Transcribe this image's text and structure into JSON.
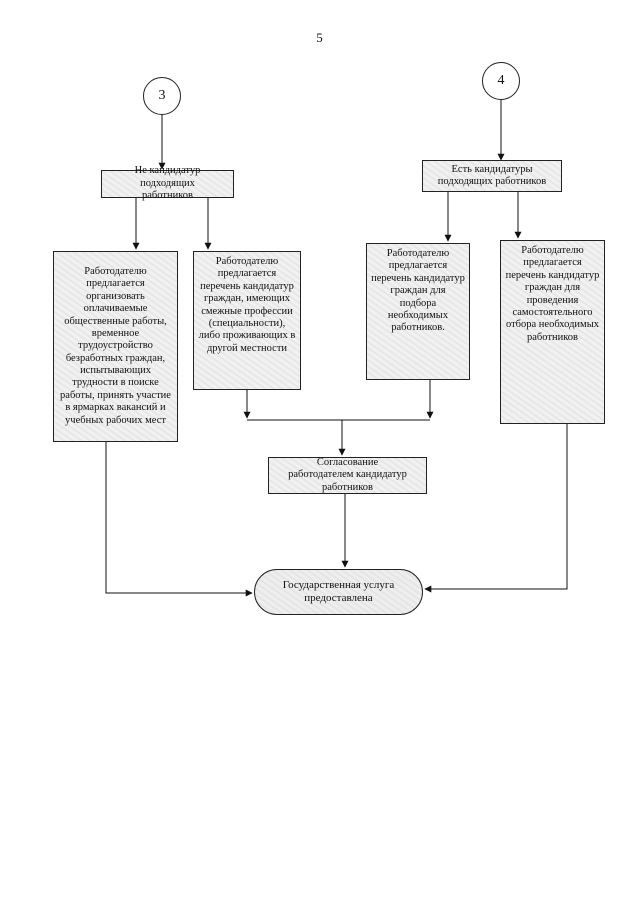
{
  "page_number": "5",
  "connectors": [
    "3",
    "4"
  ],
  "nodes": {
    "no_candidates": "Не кандидатур подходящих работников",
    "has_candidates": "Есть кандидатуры подходящих работников",
    "offer_public_works": "Работодателю предлагается организовать оплачиваемые общественные работы, временное трудоустройство безработных граждан, испытывающих трудности в поиске работы, принять участие в ярмарках вакансий и учебных рабочих мест",
    "offer_related_professions": "Работодателю предлагается перечень кандидатур граждан, имеющих смежные профессии (специальности), либо проживающих в другой местности",
    "offer_selection_list": "Работодателю предлагается перечень кандидатур граждан для подбора необходимых работников.",
    "offer_self_selection": "Работодателю предлагается перечень кандидатур граждан для проведения самостоятельного отбора необходимых работников",
    "approval": "Согласование работодателем кандидатур работников",
    "service_provided": "Государственная услуга предоставлена"
  }
}
